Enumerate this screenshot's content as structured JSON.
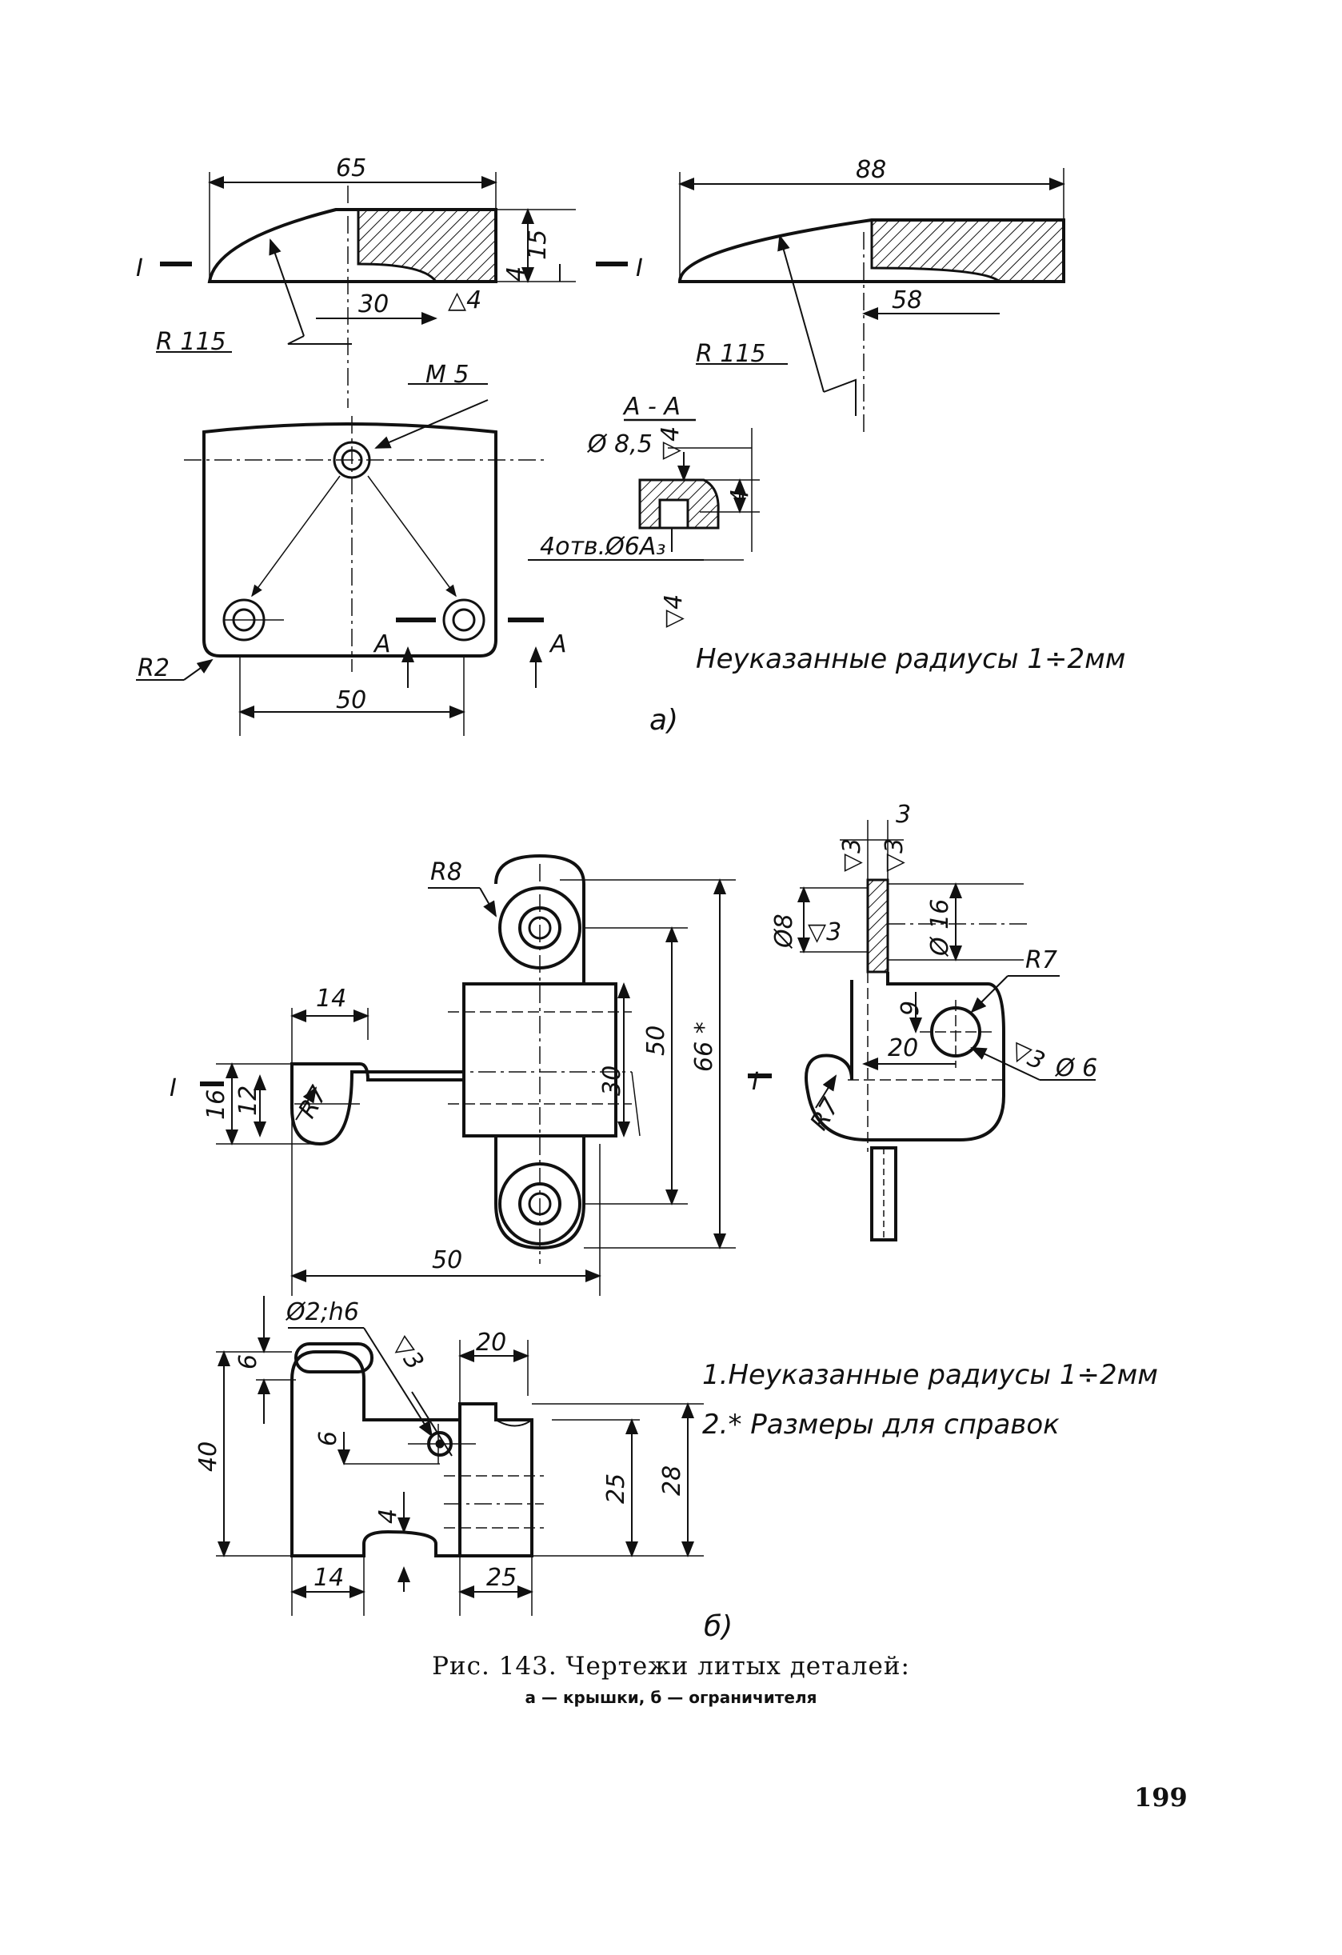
{
  "figure_a": {
    "dims": {
      "width_top_left": "65",
      "width_top_right": "88",
      "height_15": "15",
      "height_4": "4",
      "len_30": "30",
      "roughness_4": "△4",
      "radius_left": "R 115",
      "radius_right": "R 115",
      "len_58": "58",
      "section_left_mark": "I",
      "section_right_mark": "I",
      "thread": "M 5",
      "corner_radius": "R2",
      "width_50": "50",
      "section_arrow_left": "A",
      "section_arrow_right": "A",
      "section_title": "A - A",
      "dia_85": "Ø 8,5",
      "rough_top": "▽4",
      "holes": "4отв.Ø6А₃",
      "rough_bottom": "▽4",
      "depth_4": "4"
    },
    "note": "Неуказанные радиусы 1÷2мм",
    "label": "а)"
  },
  "figure_b": {
    "dims": {
      "r8": "R8",
      "d14": "14",
      "d16": "16",
      "d12": "12",
      "r7_left": "R7",
      "d50_vert": "50",
      "d30": "30",
      "d66": "66 *",
      "d50_horiz": "50",
      "mark_i_left": "I",
      "mark_i_right": "I",
      "r3_top1": "▽3",
      "r3_top2": "▽3",
      "d3": "3",
      "d8": "Ø8",
      "d16dia": "Ø 16",
      "r3_mid": "▽3",
      "r7_right": "R7",
      "d9": "9",
      "d20_side": "20",
      "r3_side": "▽3",
      "d6dia": "Ø 6",
      "r7_side": "R7",
      "d2h6": "Ø2;h6",
      "r3_bottom": "▽3",
      "d20_bottom": "20",
      "d6_left": "6",
      "d6_inner": "6",
      "d40": "40",
      "d4": "4",
      "d25_vert": "25",
      "d28": "28",
      "d14_bottom": "14",
      "d25_horiz": "25"
    },
    "notes": [
      "1.Неуказанные радиусы 1÷2мм",
      "2.* Размеры для справок"
    ],
    "label": "б)"
  },
  "caption": {
    "main": "Рис. 143. Чертежи литых деталей:",
    "sub": "а — крышки, б — ограничителя"
  },
  "page_number": "199"
}
